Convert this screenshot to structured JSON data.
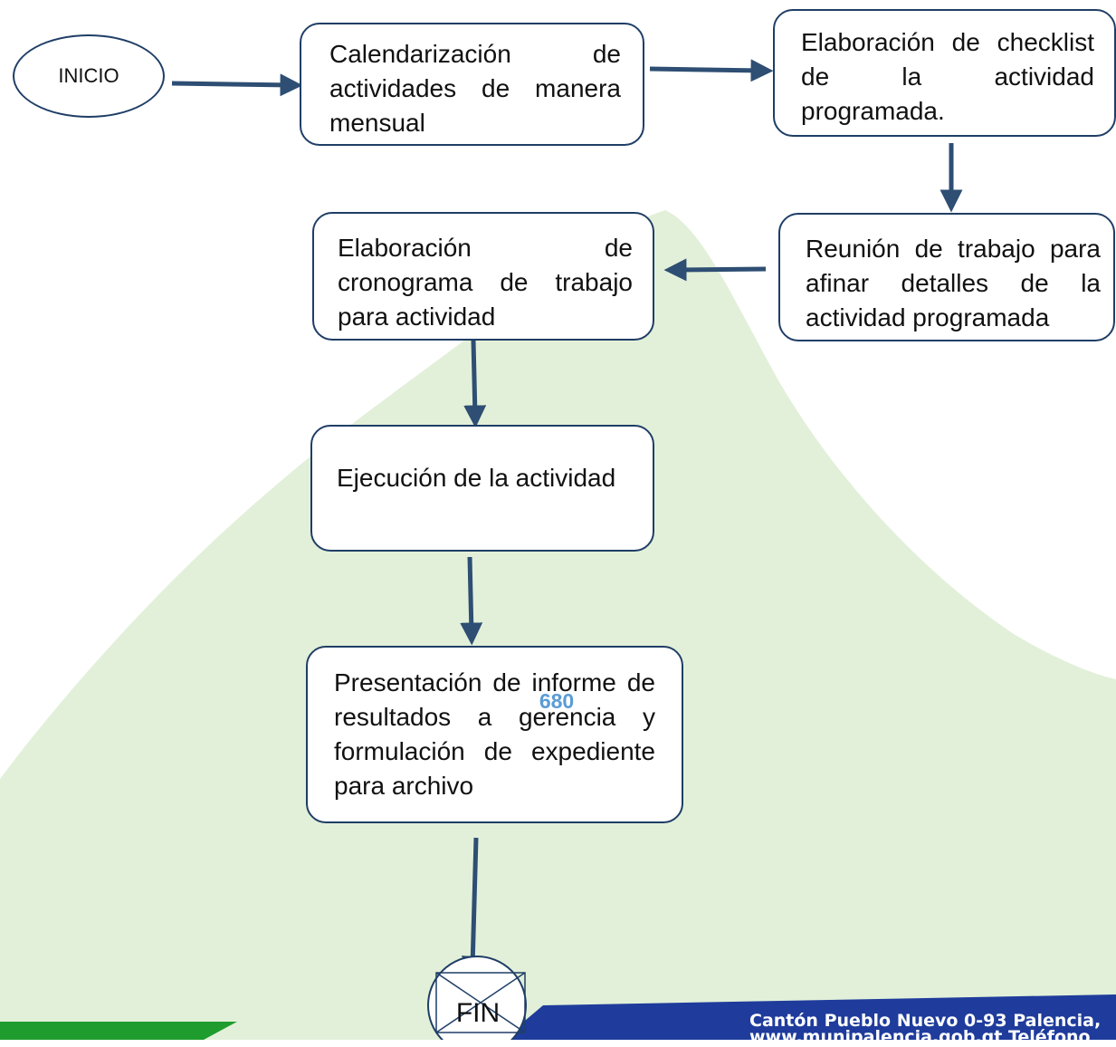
{
  "flowchart": {
    "start_label": "INICIO",
    "end_label": "FIN",
    "steps": [
      {
        "text": "Calendarización de actividades de manera mensual"
      },
      {
        "text": "Elaboración de checklist de la actividad programada."
      },
      {
        "text": "Reunión de trabajo para afinar detalles de la actividad programada"
      },
      {
        "text": "Elaboración de cronograma de trabajo para actividad"
      },
      {
        "text": "Ejecución de la actividad"
      },
      {
        "text": "Presentación de informe de resultados a gerencia y formulación de expediente para archivo"
      }
    ]
  },
  "page_number": "680",
  "footer": {
    "address": "Cantón Pueblo Nuevo 0-93 Palencia,",
    "line2": "www.munipalencia.gob.gt Teléfono"
  },
  "colors": {
    "box_border": "#1f3e66",
    "arrow": "#2e4e73",
    "watermark_green": "#e2f0d9",
    "banner_outline": "#8db4e2",
    "page_number": "#5b9bd5",
    "footer_blue": "#1f3c9c",
    "footer_green": "#1e9c2e"
  }
}
